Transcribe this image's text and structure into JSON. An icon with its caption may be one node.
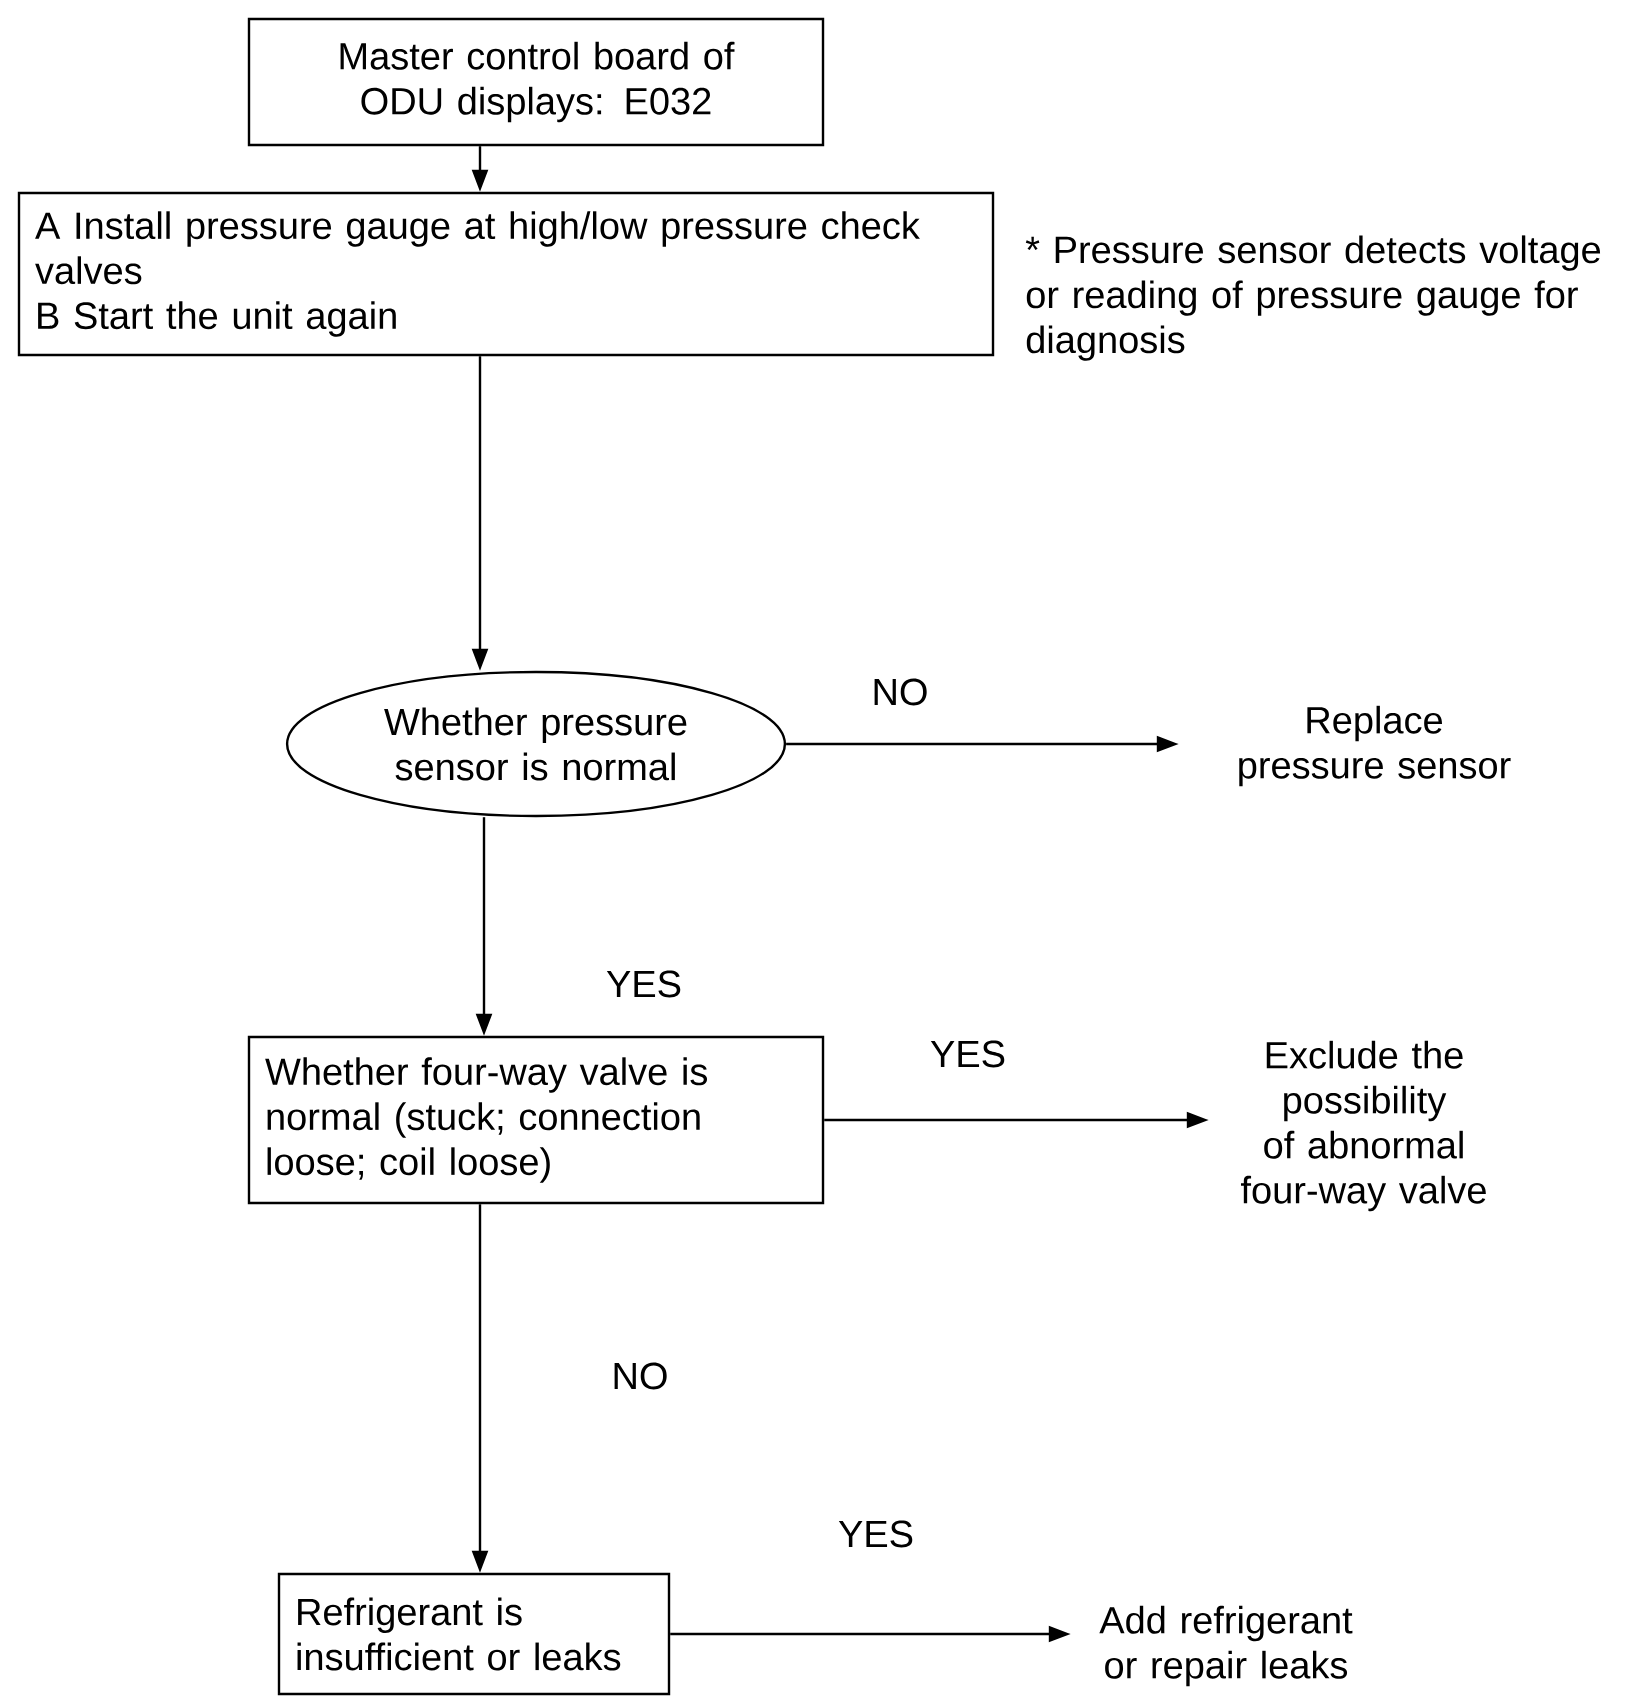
{
  "diagram": {
    "nodes": [
      {
        "text": [
          "Master control board of ODU displays: E032"
        ]
      },
      {
        "text": [
          "A Install pressure gauge at high/low pressure check valves",
          "B Start the unit again"
        ],
        "beside": [
          "* Pressure sensor detects voltage or reading of pressure gauge for diagnosis"
        ]
      },
      {
        "text": [
          "Whether pressure sensor is normal"
        ]
      },
      {
        "text": [
          "Replace pressure sensor"
        ]
      },
      {
        "text": [
          "Whether four-way valve is normal (stuck; connection loose; coil loose)"
        ]
      },
      {
        "text": [
          "Exclude the possibility of abnormal four-way valve"
        ]
      },
      {
        "text": [
          "Refrigerant is insufficient or leaks"
        ]
      },
      {
        "text": [
          "Add refrigerant or repair leaks"
        ]
      }
    ],
    "edges": [
      {
        "from": 0,
        "to": 1,
        "arrow": "to"
      },
      {
        "from": 1,
        "to": 2,
        "arrow": "to"
      },
      {
        "from": 2,
        "to": 3,
        "arrow": "to",
        "label": "NO"
      },
      {
        "from": 2,
        "to": 4,
        "arrow": "to",
        "label": "YES"
      },
      {
        "from": 4,
        "to": 5,
        "arrow": "to",
        "label": "YES"
      },
      {
        "from": 4,
        "to": 6,
        "arrow": "to",
        "label": "NO"
      },
      {
        "from": 6,
        "to": 7,
        "arrow": "to",
        "label": "YES"
      }
    ]
  }
}
